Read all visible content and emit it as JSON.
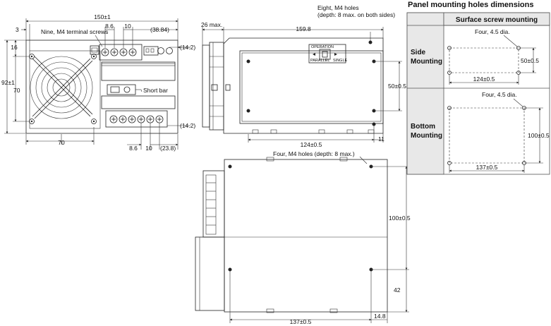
{
  "front_view": {
    "width_total": "150±1",
    "dim_3": "3",
    "dim_8_6_top": "8.6",
    "dim_10_top": "10",
    "dim_38_84": "(38.84)",
    "dim_14_2_top": "(14.2)",
    "dim_14_2_bottom": "(14.2)",
    "dim_16": "16",
    "dim_92": "92±1",
    "dim_70_v": "70",
    "dim_70_h": "70",
    "dim_8_6_bottom": "8.6",
    "dim_10_bottom": "10",
    "dim_23_8": "(23.8)",
    "terminal_screws": "Nine, M4 terminal screws",
    "short_bar": "Short bar"
  },
  "side_view": {
    "dim_26_max": "26 max.",
    "dim_159_8": "159.8",
    "holes_label_line1": "Eight, M4 holes",
    "holes_label_line2": "(depth: 8 max. on both sides)",
    "dim_50": "50±0.5",
    "dim_124": "124±0.5",
    "dim_11": "11",
    "switch_label_top": "OPERATION",
    "switch_label_left": "PARALLEL",
    "switch_label_right": "SINGLE"
  },
  "bottom_view": {
    "holes_label": "Four, M4 holes (depth: 8 max.)",
    "dim_100": "100±0.5",
    "dim_42": "42",
    "dim_137": "137±0.5",
    "dim_14_8": "14.8"
  },
  "panel_table": {
    "title": "Panel mounting holes dimensions",
    "header": "Surface screw mounting",
    "rows": [
      {
        "label_line1": "Side",
        "label_line2": "Mounting",
        "holes": "Four, 4.5 dia.",
        "dim_v": "50±0.5",
        "dim_h": "124±0.5"
      },
      {
        "label_line1": "Bottom",
        "label_line2": "Mounting",
        "holes": "Four, 4.5 dia.",
        "dim_v": "100±0.5",
        "dim_h": "137±0.5"
      }
    ]
  }
}
